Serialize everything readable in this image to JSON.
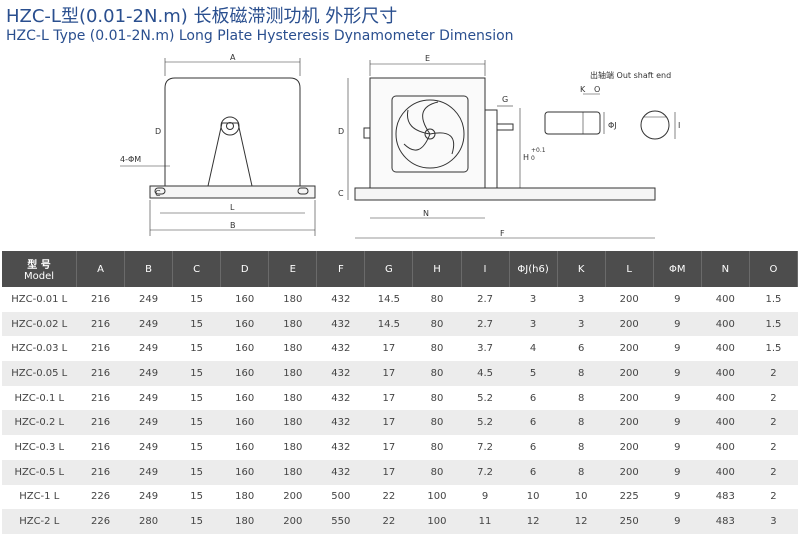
{
  "title_cn": "HZC-L型(0.01-2N.m) 长板磁滞测功机 外形尺寸",
  "title_en": "HZC-L Type (0.01-2N.m) Long Plate Hysteresis Dynamometer Dimension",
  "drawing": {
    "labels": {
      "A": "A",
      "B": "B",
      "L": "L",
      "C1": "C",
      "D1": "D",
      "mount": "4-ΦM",
      "E": "E",
      "G": "G",
      "D2": "D",
      "C2": "C",
      "N": "N",
      "F": "F",
      "H": "H",
      "H_tol_top": "+0.1",
      "H_tol_bottom": "0",
      "shaft_title": "出轴端 Out shaft end",
      "K": "K",
      "O": "O",
      "I": "I",
      "J": "ΦJ"
    }
  },
  "table": {
    "header": {
      "model_cn": "型 号",
      "model_en": "Model",
      "cols": [
        "A",
        "B",
        "C",
        "D",
        "E",
        "F",
        "G",
        "H",
        "I",
        "ΦJ(h6)",
        "K",
        "L",
        "ΦM",
        "N",
        "O"
      ]
    },
    "rows": [
      [
        "HZC-0.01 L",
        "216",
        "249",
        "15",
        "160",
        "180",
        "432",
        "14.5",
        "80",
        "2.7",
        "3",
        "3",
        "200",
        "9",
        "400",
        "1.5"
      ],
      [
        "HZC-0.02 L",
        "216",
        "249",
        "15",
        "160",
        "180",
        "432",
        "14.5",
        "80",
        "2.7",
        "3",
        "3",
        "200",
        "9",
        "400",
        "1.5"
      ],
      [
        "HZC-0.03 L",
        "216",
        "249",
        "15",
        "160",
        "180",
        "432",
        "17",
        "80",
        "3.7",
        "4",
        "6",
        "200",
        "9",
        "400",
        "1.5"
      ],
      [
        "HZC-0.05 L",
        "216",
        "249",
        "15",
        "160",
        "180",
        "432",
        "17",
        "80",
        "4.5",
        "5",
        "8",
        "200",
        "9",
        "400",
        "2"
      ],
      [
        "HZC-0.1 L",
        "216",
        "249",
        "15",
        "160",
        "180",
        "432",
        "17",
        "80",
        "5.2",
        "6",
        "8",
        "200",
        "9",
        "400",
        "2"
      ],
      [
        "HZC-0.2 L",
        "216",
        "249",
        "15",
        "160",
        "180",
        "432",
        "17",
        "80",
        "5.2",
        "6",
        "8",
        "200",
        "9",
        "400",
        "2"
      ],
      [
        "HZC-0.3 L",
        "216",
        "249",
        "15",
        "160",
        "180",
        "432",
        "17",
        "80",
        "7.2",
        "6",
        "8",
        "200",
        "9",
        "400",
        "2"
      ],
      [
        "HZC-0.5 L",
        "216",
        "249",
        "15",
        "160",
        "180",
        "432",
        "17",
        "80",
        "7.2",
        "6",
        "8",
        "200",
        "9",
        "400",
        "2"
      ],
      [
        "HZC-1 L",
        "226",
        "249",
        "15",
        "180",
        "200",
        "500",
        "22",
        "100",
        "9",
        "10",
        "10",
        "225",
        "9",
        "483",
        "2"
      ],
      [
        "HZC-2 L",
        "226",
        "280",
        "15",
        "180",
        "200",
        "550",
        "22",
        "100",
        "11",
        "12",
        "12",
        "250",
        "9",
        "483",
        "3"
      ]
    ]
  }
}
